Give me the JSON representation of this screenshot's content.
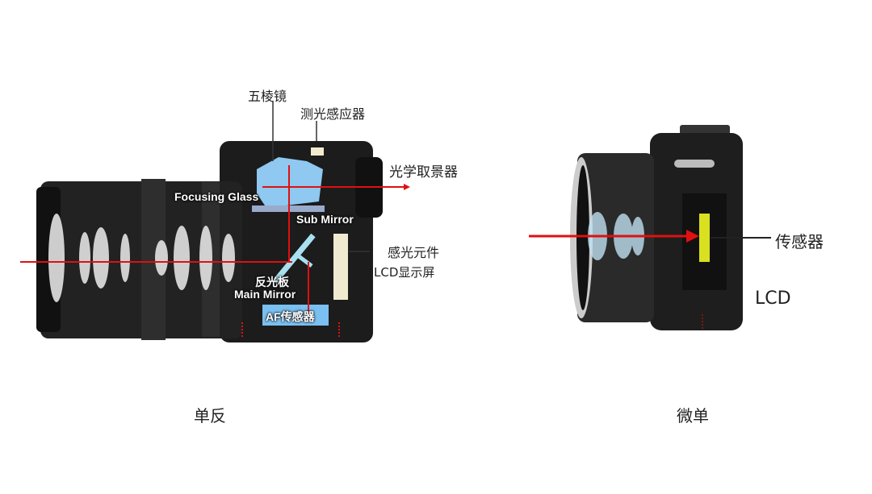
{
  "dslr": {
    "caption": "单反",
    "labels": {
      "pentaprism": "五棱镜",
      "metering_sensor": "测光感应器",
      "optical_viewfinder": "光学取景器",
      "focusing_glass": "Focusing Glass",
      "sub_mirror": "Sub Mirror",
      "image_sensor": "感光元件",
      "lcd_screen": "LCD显示屏",
      "main_mirror_cn": "反光板",
      "main_mirror_en": "Main Mirror",
      "af_sensor": "AF传感器"
    }
  },
  "mirrorless": {
    "caption": "微单",
    "labels": {
      "sensor": "传感器",
      "lcd": "LCD"
    }
  },
  "colors": {
    "light_path": "#e01010",
    "prism": "#8fc8f0",
    "sensor": "#d8e020"
  }
}
